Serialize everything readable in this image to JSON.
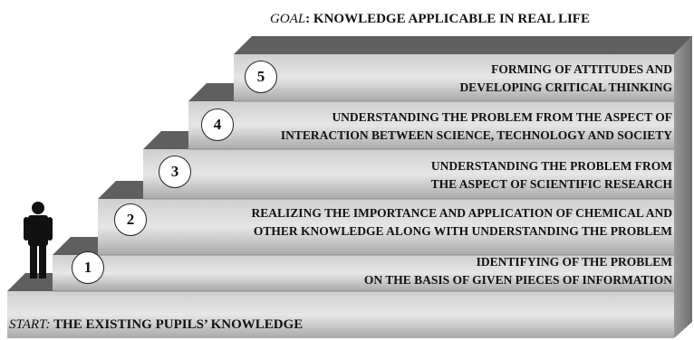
{
  "goal": {
    "label": "GOAL",
    "text": ": KNOWLEDGE APPLICABLE IN REAL LIFE"
  },
  "start": {
    "label": "START:",
    "text": " THE EXISTING PUPILS’ KNOWLEDGE"
  },
  "steps": [
    {
      "number": "1",
      "line1": "IDENTIFYING OF THE PROBLEM",
      "line2": "ON THE BASIS OF GIVEN PIECES OF INFORMATION"
    },
    {
      "number": "2",
      "line1": "REALIZING THE IMPORTANCE AND APPLICATION OF CHEMICAL AND",
      "line2": "OTHER KNOWLEDGE ALONG WITH UNDERSTANDING THE PROBLEM"
    },
    {
      "number": "3",
      "line1": "UNDERSTANDING THE PROBLEM FROM",
      "line2": "THE ASPECT OF SCIENTIFIC RESEARCH"
    },
    {
      "number": "4",
      "line1": "UNDERSTANDING THE PROBLEM FROM THE ASPECT OF",
      "line2": "INTERACTION BETWEEN SCIENCE, TECHNOLOGY AND SOCIETY"
    },
    {
      "number": "5",
      "line1": "FORMING OF ATTITUDES AND",
      "line2": "DEVELOPING CRITICAL THINKING"
    }
  ],
  "colors": {
    "stair_face": "#bdbdbd",
    "stair_top": "#6e6e6e",
    "stair_side": "#8a8a8a",
    "person": "#111111"
  },
  "icons": {
    "person": "person-icon"
  }
}
